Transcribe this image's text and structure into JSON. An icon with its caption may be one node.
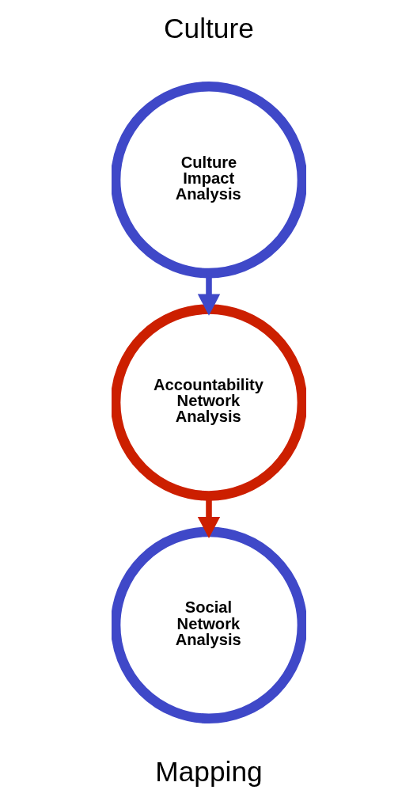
{
  "diagram": {
    "nodes": [
      {
        "text": [
          "Culture Impact Analysis"
        ]
      },
      {
        "text": [
          "Accountability Network Analysis"
        ]
      },
      {
        "text": [
          "Social Network Analysis"
        ]
      }
    ],
    "edges": [
      {
        "from": 0,
        "to": 1,
        "arrow": "to",
        "color": "#3f48c8"
      },
      {
        "from": 1,
        "to": 2,
        "arrow": "to",
        "color": "#cc1f00"
      }
    ],
    "labels": [
      "Culture",
      "Mapping"
    ]
  }
}
